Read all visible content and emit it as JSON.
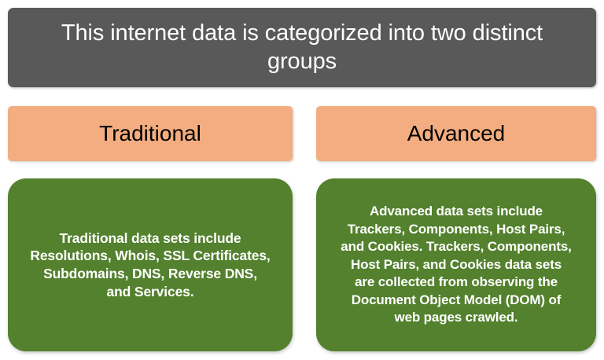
{
  "slide": {
    "background_color": "#ffffff",
    "header": {
      "title": "This internet data is categorized into two distinct groups",
      "background_color": "#595959",
      "text_color": "#ffffff"
    },
    "columns": [
      {
        "id": "traditional",
        "header_label": "Traditional",
        "header_background_color": "#f3ad80",
        "header_text_color": "#000000",
        "body_background_color": "#53812e",
        "body_text_color": "#ffffff",
        "body_text": "Traditional data sets include\nResolutions, Whois, SSL Certificates,\nSubdomains, DNS, Reverse DNS,\nand Services."
      },
      {
        "id": "advanced",
        "header_label": "Advanced",
        "header_background_color": "#f3ad80",
        "header_text_color": "#000000",
        "body_background_color": "#53812e",
        "body_text_color": "#ffffff",
        "body_text": "Advanced data sets include\nTrackers, Components, Host Pairs,\nand Cookies. Trackers, Components,\nHost Pairs, and Cookies data sets\nare collected from observing the\nDocument Object Model (DOM) of\nweb pages crawled."
      }
    ]
  }
}
